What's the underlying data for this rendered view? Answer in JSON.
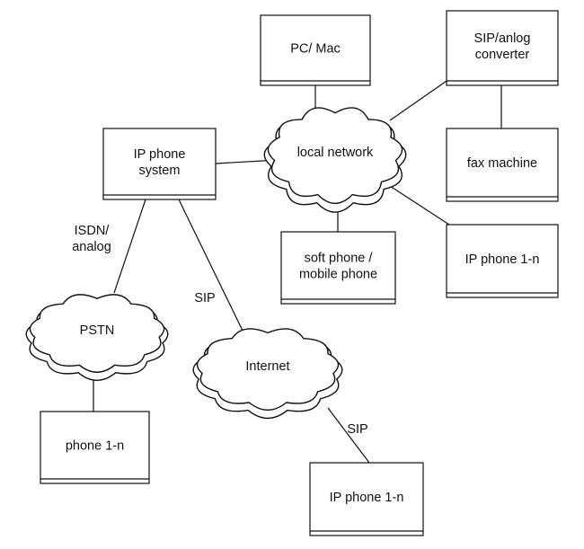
{
  "nodes": {
    "pc_mac": {
      "lines": [
        "PC/ Mac"
      ]
    },
    "sip_converter": {
      "lines": [
        "SIP/anlog",
        "converter"
      ]
    },
    "ip_phone_system": {
      "lines": [
        "IP phone",
        "system"
      ]
    },
    "local_network": {
      "lines": [
        "local network"
      ]
    },
    "fax_machine": {
      "lines": [
        "fax machine"
      ]
    },
    "soft_phone": {
      "lines": [
        "soft phone /",
        "mobile phone"
      ]
    },
    "ip_phone_local": {
      "lines": [
        "IP phone 1-n"
      ]
    },
    "pstn": {
      "lines": [
        "PSTN"
      ]
    },
    "internet": {
      "lines": [
        "Internet"
      ]
    },
    "phone_pstn": {
      "lines": [
        "phone 1-n"
      ]
    },
    "ip_phone_internet": {
      "lines": [
        "IP phone 1-n"
      ]
    }
  },
  "edge_labels": {
    "isdn": [
      "ISDN/",
      "analog"
    ],
    "sip_system_internet": [
      "SIP"
    ],
    "sip_internet_phone": [
      "SIP"
    ]
  }
}
